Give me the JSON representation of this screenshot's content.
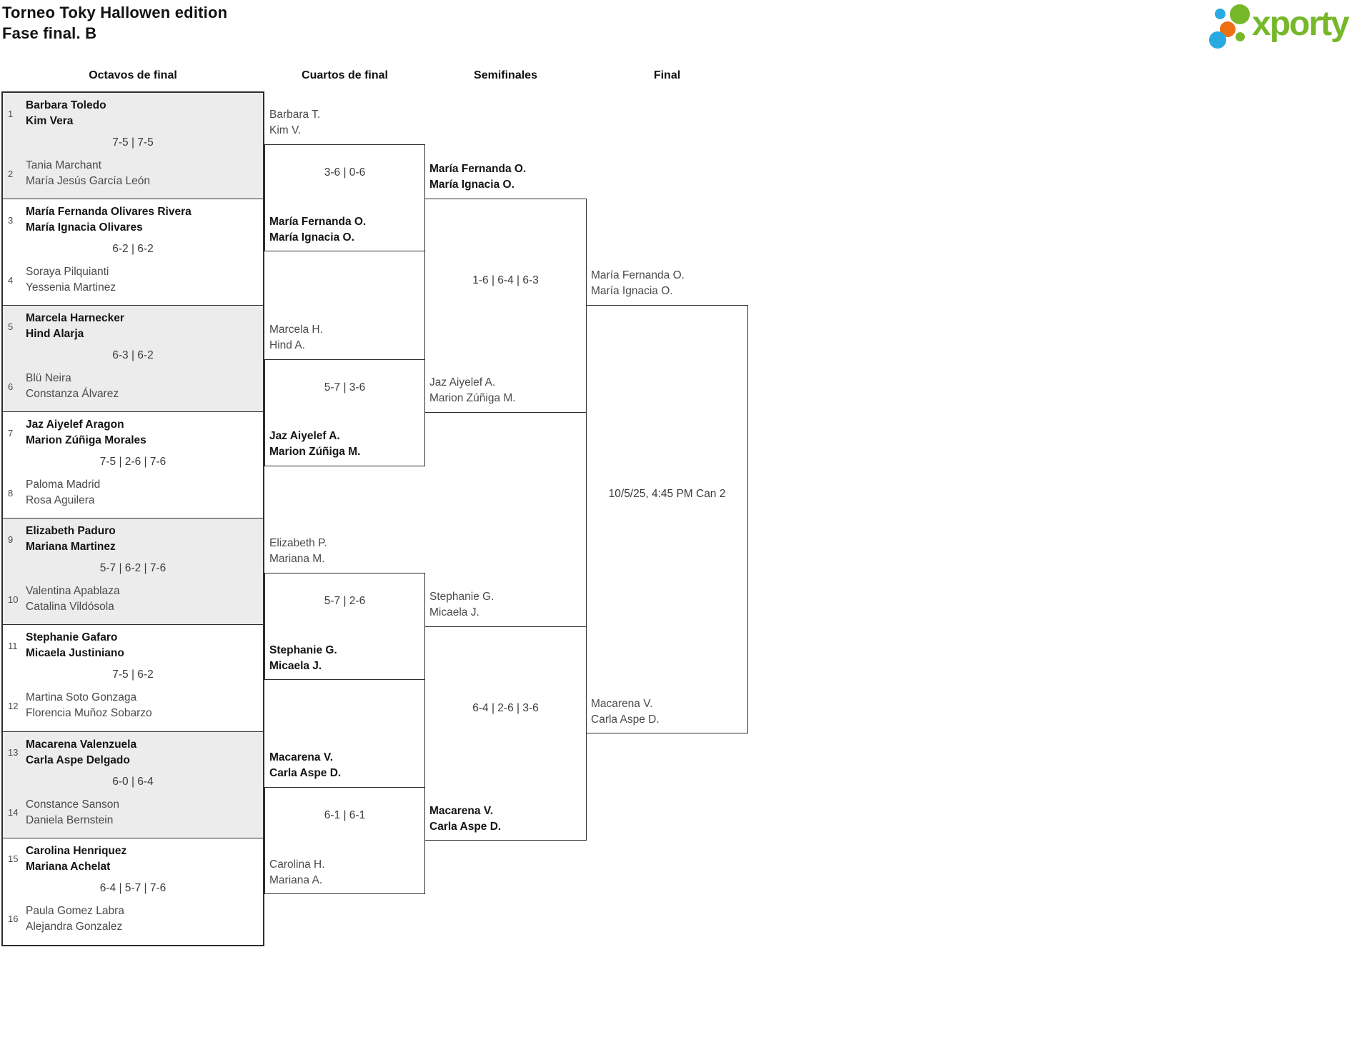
{
  "header": {
    "title": "Torneo Toky Hallowen edition",
    "subtitle": "Fase final. B"
  },
  "logo": {
    "text": "xporty",
    "colors": {
      "green": "#76b82a",
      "blue": "#29a9e1",
      "orange": "#ed6f12"
    }
  },
  "columns": [
    "Octavos de final",
    "Cuartos de final",
    "Semifinales",
    "Final"
  ],
  "octavos": [
    {
      "seed1": "1",
      "team1": [
        "Barbara Toledo",
        "Kim Vera"
      ],
      "team1_win": true,
      "score": "7-5 | 7-5",
      "seed2": "2",
      "team2": [
        "Tania Marchant",
        "María Jesús García León"
      ],
      "team2_win": false
    },
    {
      "seed1": "3",
      "team1": [
        "María Fernanda Olivares Rivera",
        "María Ignacia Olivares"
      ],
      "team1_win": true,
      "score": "6-2 | 6-2",
      "seed2": "4",
      "team2": [
        "Soraya Pilquianti",
        "Yessenia Martinez"
      ],
      "team2_win": false
    },
    {
      "seed1": "5",
      "team1": [
        "Marcela Harnecker",
        "Hind Alarja"
      ],
      "team1_win": true,
      "score": "6-3 | 6-2",
      "seed2": "6",
      "team2": [
        "Blü Neira",
        "Constanza Álvarez"
      ],
      "team2_win": false
    },
    {
      "seed1": "7",
      "team1": [
        "Jaz Aiyelef Aragon",
        "Marion Zúñiga Morales"
      ],
      "team1_win": true,
      "score": "7-5 | 2-6 | 7-6",
      "seed2": "8",
      "team2": [
        "Paloma Madrid",
        "Rosa Aguilera"
      ],
      "team2_win": false
    },
    {
      "seed1": "9",
      "team1": [
        "Elizabeth Paduro",
        "Mariana Martinez"
      ],
      "team1_win": true,
      "score": "5-7 | 6-2 | 7-6",
      "seed2": "10",
      "team2": [
        "Valentina Apablaza",
        "Catalina Vildósola"
      ],
      "team2_win": false
    },
    {
      "seed1": "11",
      "team1": [
        "Stephanie Gafaro",
        "Micaela Justiniano"
      ],
      "team1_win": true,
      "score": "7-5 | 6-2",
      "seed2": "12",
      "team2": [
        "Martina Soto Gonzaga",
        "Florencia Muñoz Sobarzo"
      ],
      "team2_win": false
    },
    {
      "seed1": "13",
      "team1": [
        "Macarena Valenzuela",
        "Carla Aspe Delgado"
      ],
      "team1_win": true,
      "score": "6-0 | 6-4",
      "seed2": "14",
      "team2": [
        "Constance Sanson",
        "Daniela Bernstein"
      ],
      "team2_win": false
    },
    {
      "seed1": "15",
      "team1": [
        "Carolina Henriquez",
        "Mariana Achelat"
      ],
      "team1_win": true,
      "score": "6-4 | 5-7 | 7-6",
      "seed2": "16",
      "team2": [
        "Paula Gomez Labra",
        "Alejandra Gonzalez"
      ],
      "team2_win": false
    }
  ],
  "cuartos": [
    {
      "team1": [
        "Barbara T.",
        "Kim V."
      ],
      "team1_win": false,
      "score": "3-6 | 0-6",
      "team2": [
        "María Fernanda O.",
        "María Ignacia O."
      ],
      "team2_win": true
    },
    {
      "team1": [
        "Marcela H.",
        "Hind A."
      ],
      "team1_win": false,
      "score": "5-7 | 3-6",
      "team2": [
        "Jaz Aiyelef A.",
        "Marion Zúñiga M."
      ],
      "team2_win": true
    },
    {
      "team1": [
        "Elizabeth P.",
        "Mariana M."
      ],
      "team1_win": false,
      "score": "5-7 | 2-6",
      "team2": [
        "Stephanie G.",
        "Micaela J."
      ],
      "team2_win": true
    },
    {
      "team1": [
        "Macarena V.",
        "Carla Aspe D."
      ],
      "team1_win": true,
      "score": "6-1 | 6-1",
      "team2": [
        "Carolina H.",
        "Mariana A."
      ],
      "team2_win": false
    }
  ],
  "semifinales": [
    {
      "team1": [
        "María Fernanda O.",
        "María Ignacia O."
      ],
      "team1_win": true,
      "score": "1-6 | 6-4 | 6-3",
      "team2": [
        "Jaz Aiyelef A.",
        "Marion Zúñiga M."
      ],
      "team2_win": false
    },
    {
      "team1": [
        "Stephanie G.",
        "Micaela J."
      ],
      "team1_win": false,
      "score": "6-4 | 2-6 | 3-6",
      "team2": [
        "Macarena V.",
        "Carla Aspe D."
      ],
      "team2_win": true
    }
  ],
  "final": {
    "team1": [
      "María Fernanda O.",
      "María Ignacia O."
    ],
    "team1_win": false,
    "team2": [
      "Macarena V.",
      "Carla Aspe D."
    ],
    "team2_win": false,
    "schedule": "10/5/25, 4:45 PM Can 2"
  }
}
